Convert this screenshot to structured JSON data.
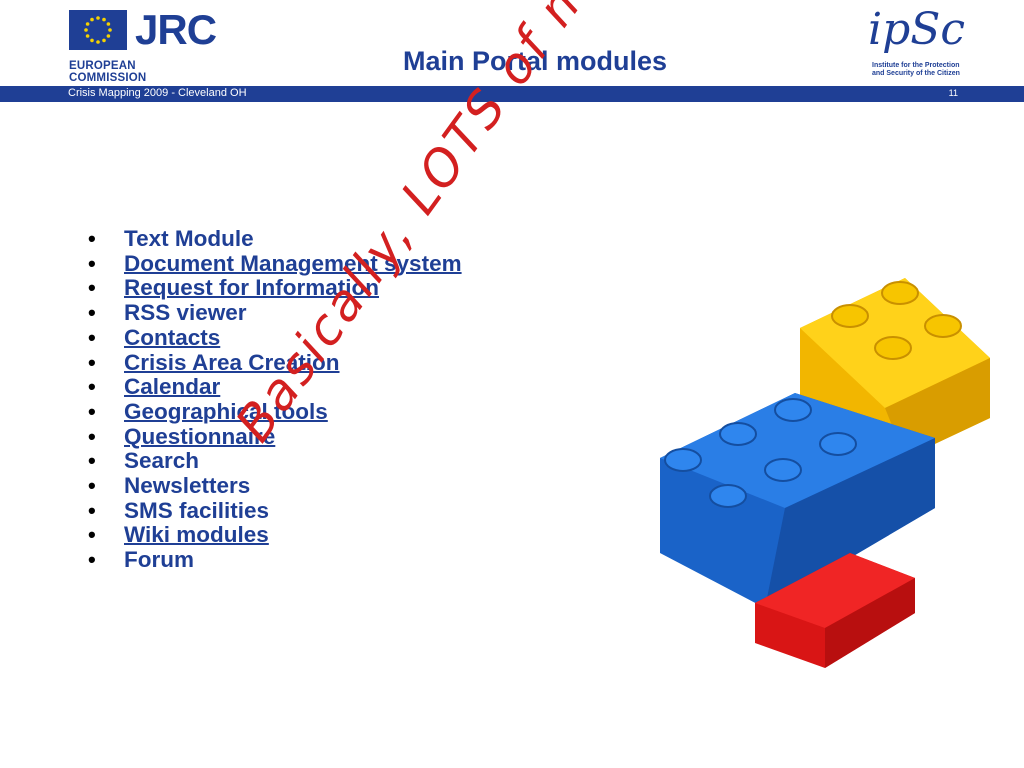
{
  "header": {
    "jrc_name": "JRC",
    "jrc_subtitle": "EUROPEAN COMMISSION",
    "title": "Main Portal modules",
    "ipsc_name": "ipSc",
    "ipsc_subtitle": "Institute for the Protection and Security of the Citizen"
  },
  "footer_bar": {
    "event": "Crisis Mapping 2009 - Cleveland OH",
    "page_number": "11"
  },
  "modules": [
    {
      "label": "Text Module",
      "link": false
    },
    {
      "label": "Document Management system",
      "link": true
    },
    {
      "label": "Request for Information",
      "link": true
    },
    {
      "label": "RSS viewer",
      "link": false
    },
    {
      "label": "Contacts",
      "link": true
    },
    {
      "label": "Crisis Area Creation",
      "link": true
    },
    {
      "label": "Calendar",
      "link": true
    },
    {
      "label": "Geographical tools",
      "link": true
    },
    {
      "label": "Questionnaire",
      "link": true
    },
    {
      "label": "Search",
      "link": false
    },
    {
      "label": "Newsletters",
      "link": false
    },
    {
      "label": "SMS facilities",
      "link": false
    },
    {
      "label": "Wiki modules",
      "link": true
    },
    {
      "label": "Forum",
      "link": false
    }
  ],
  "annotation": "Basically, LOTS of modules!",
  "colors": {
    "brand_blue": "#1f3f95",
    "annotation_red": "#d32020",
    "brick_yellow": "#f6c400",
    "brick_blue": "#1f6fd6",
    "brick_red": "#e31b1b"
  }
}
